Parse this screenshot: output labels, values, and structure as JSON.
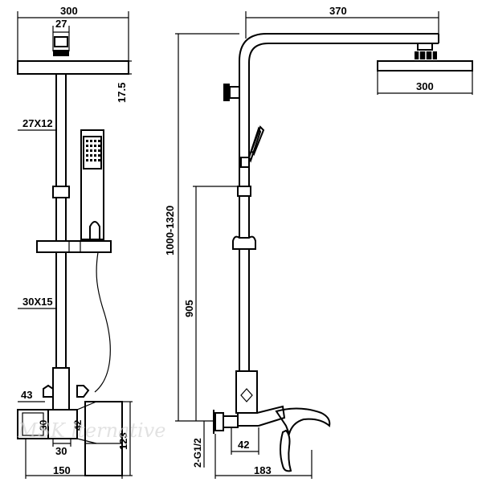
{
  "front_view": {
    "dims": {
      "width_top": "300",
      "bracket": "27",
      "offset": "17.5",
      "upper_tube": "27X12",
      "lower_tube": "30X15",
      "holder": "43",
      "d30a": "30",
      "d42": "42",
      "d30b": "30",
      "d123": "123",
      "base": "150"
    }
  },
  "side_view": {
    "dims": {
      "arm_length": "370",
      "head_width": "300",
      "height_range": "1000-1320",
      "inlet_height": "905",
      "inlet_thread": "2-G1/2",
      "d42": "42",
      "spout": "183"
    }
  },
  "watermark": "MSK lternative"
}
